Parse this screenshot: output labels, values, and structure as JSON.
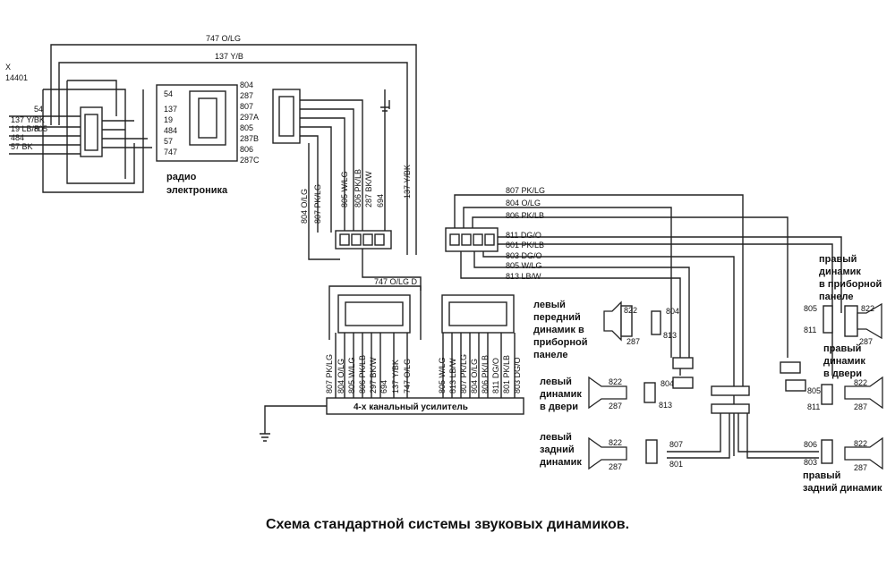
{
  "caption": "Схема стандартной системы звуковых динамиков.",
  "top_wires": {
    "w747": "747 O/LG",
    "w137": "137 Y/B"
  },
  "connector_x": {
    "id": "X\n14401",
    "id_line1": "X",
    "id_line2": "14401",
    "pins": [
      "54",
      "137 Y/BK",
      "19 LB/R",
      "805",
      "484",
      "57 BK"
    ]
  },
  "radio": {
    "left_pins": [
      "54",
      "137",
      "19",
      "484",
      "57",
      "747"
    ],
    "right_pins": [
      "804",
      "287",
      "807",
      "297A",
      "805",
      "287B",
      "806",
      "287C"
    ],
    "label_line1": "радио",
    "label_line2": "электроника"
  },
  "radio_plug_wires": [
    "804 O/LG",
    "807 PK/LG",
    "805 W/LG",
    "806 PK/LB",
    "287 BK/W",
    "694",
    "137 Y/BK"
  ],
  "wire_747_d": "747 O/LG D",
  "amplifier": {
    "label": "4-х канальный усилитель",
    "left_wires": [
      "807 PK/LG",
      "804 O/LG",
      "805 W/LG",
      "806 PK/LB",
      "297 BK/W",
      "694",
      "137 Y/BK",
      "747 O/LG"
    ],
    "right_wires": [
      "805 W/LG",
      "813 LB/W",
      "807 PK/LG",
      "804 O/LG",
      "806 PK/LB",
      "811 DG/O",
      "801 PK/LB",
      "803 DG/O"
    ]
  },
  "bus_wires": [
    "807 PK/LG",
    "804 O/LG",
    "806 PK/LB",
    "811 DG/O",
    "801 PK/LB",
    "803 DG/O",
    "805 W/LG",
    "813 LB/W"
  ],
  "speakers": {
    "left_front": {
      "label": [
        "левый",
        "передний",
        "динамик в",
        "приборной",
        "панеле"
      ],
      "pins": [
        "822",
        "287"
      ],
      "wires": [
        "804",
        "813"
      ]
    },
    "left_door": {
      "label": [
        "левый",
        "динамик",
        "в двери"
      ],
      "pins": [
        "822",
        "287"
      ],
      "wires": [
        "804",
        "813"
      ]
    },
    "left_rear": {
      "label": [
        "левый",
        "задний",
        "динамик"
      ],
      "pins": [
        "822",
        "287"
      ],
      "wires": [
        "807",
        "801"
      ]
    },
    "right_front": {
      "label": [
        "правый",
        "динамик",
        "в приборной",
        "панеле"
      ],
      "pins": [
        "822",
        "287"
      ],
      "wires": [
        "805",
        "811"
      ]
    },
    "right_door": {
      "label": [
        "правый",
        "динамик",
        "в двери"
      ],
      "pins": [
        "822",
        "287"
      ],
      "wires": [
        "805",
        "811"
      ]
    },
    "right_rear": {
      "label": [
        "правый",
        "задний динамик"
      ],
      "pins": [
        "822",
        "287"
      ],
      "wires": [
        "806",
        "803"
      ]
    }
  }
}
